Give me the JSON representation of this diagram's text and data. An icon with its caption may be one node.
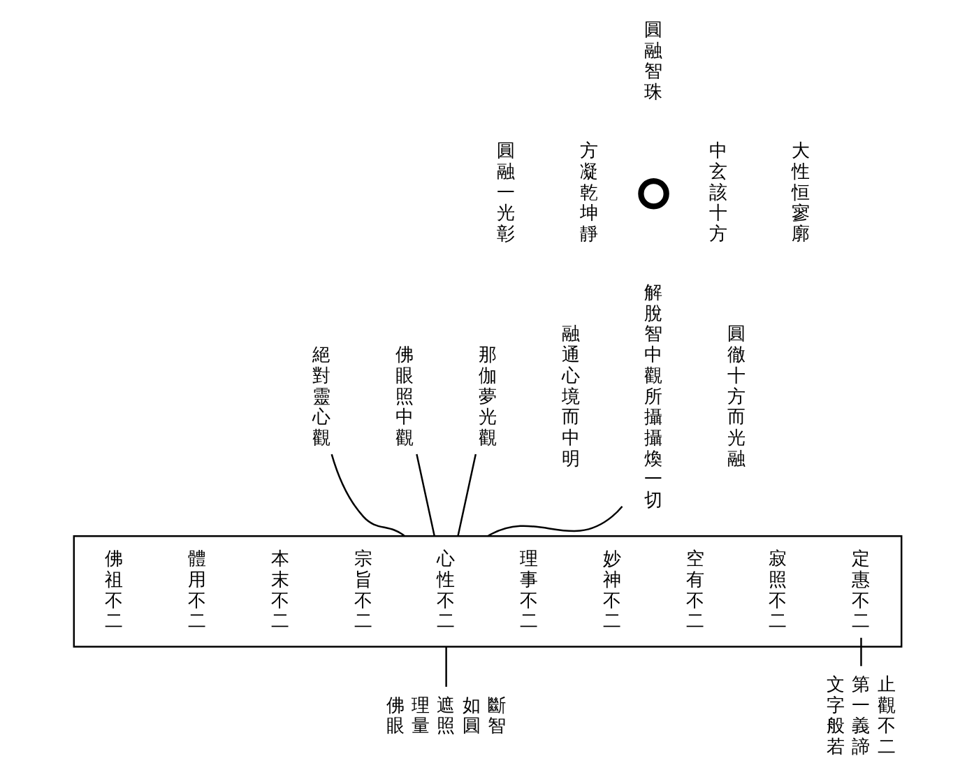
{
  "diagram": {
    "nodes": [
      {
        "text": [
          "圓融智珠"
        ]
      },
      {
        "text": [],
        "shape": "circle"
      },
      {
        "text": [
          "解脫智中觀所攝攝煥一切"
        ]
      },
      {
        "text": [
          "絕對靈心觀"
        ]
      },
      {
        "text": [
          "佛眼照中觀"
        ]
      },
      {
        "text": [
          "那伽夢光觀"
        ]
      },
      {
        "text": [],
        "shape": "box"
      },
      {
        "text": [
          "定惠不二"
        ],
        "in": 6
      },
      {
        "text": [
          "寂照不二"
        ],
        "in": 6
      },
      {
        "text": [
          "空有不二"
        ],
        "in": 6
      },
      {
        "text": [
          "妙神不二"
        ],
        "in": 6
      },
      {
        "text": [
          "理事不二"
        ],
        "in": 6
      },
      {
        "text": [
          "心性不二"
        ],
        "in": 6
      },
      {
        "text": [
          "宗旨不二"
        ],
        "in": 6
      },
      {
        "text": [
          "本末不二"
        ],
        "in": 6
      },
      {
        "text": [
          "體用不二"
        ],
        "in": 6
      },
      {
        "text": [
          "佛祖不二"
        ],
        "in": 6
      },
      {
        "text": [
          "文字般若",
          "第一義諦",
          "止觀不二"
        ]
      },
      {
        "text": [
          "佛眼",
          "理量",
          "遮照",
          "如圓",
          "斷智"
        ]
      }
    ],
    "edges": [
      {
        "from": 2,
        "to": 6,
        "arrow": "none"
      },
      {
        "from": 3,
        "to": 6,
        "arrow": "none"
      },
      {
        "from": 4,
        "to": 6,
        "arrow": "none"
      },
      {
        "from": 5,
        "to": 6,
        "arrow": "none"
      },
      {
        "from": 7,
        "to": 17,
        "arrow": "none"
      },
      {
        "from": 6,
        "to": 18,
        "arrow": "none"
      }
    ],
    "labels": [
      "大性恒寥廓",
      "中玄該十方",
      "方凝乾坤靜",
      "圓融一光彰",
      "圓徹十方而光融",
      "融通心境而中明"
    ]
  }
}
